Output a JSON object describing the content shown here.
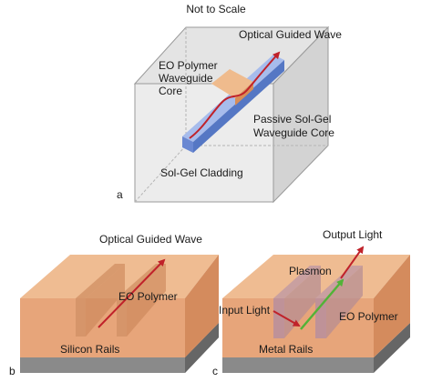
{
  "panel_a": {
    "title": "Not to Scale",
    "label_wave": "Optical Guided Wave",
    "label_core_line1": "EO Polymer",
    "label_core_line2": "Waveguide",
    "label_core_line3": "Core",
    "label_passive_line1": "Passive Sol-Gel",
    "label_passive_line2": "Waveguide Core",
    "label_cladding": "Sol-Gel Cladding",
    "panel_letter": "a"
  },
  "panel_b": {
    "label_wave": "Optical Guided Wave",
    "label_polymer": "EO Polymer",
    "label_rails": "Silicon Rails",
    "panel_letter": "b"
  },
  "panel_c": {
    "label_output": "Output Light",
    "label_plasmon": "Plasmon",
    "label_input": "Input Light",
    "label_polymer": "EO Polymer",
    "label_rails": "Metal Rails",
    "panel_letter": "c"
  },
  "colors": {
    "cladding": "#dcdcdc",
    "passive_core": "#7a96d8",
    "eo_core": "#e7a877",
    "arrow_red": "#c0222a",
    "arrow_green": "#52b337",
    "polymer": "#e8a97a",
    "substrate": "#7e7e7e"
  }
}
